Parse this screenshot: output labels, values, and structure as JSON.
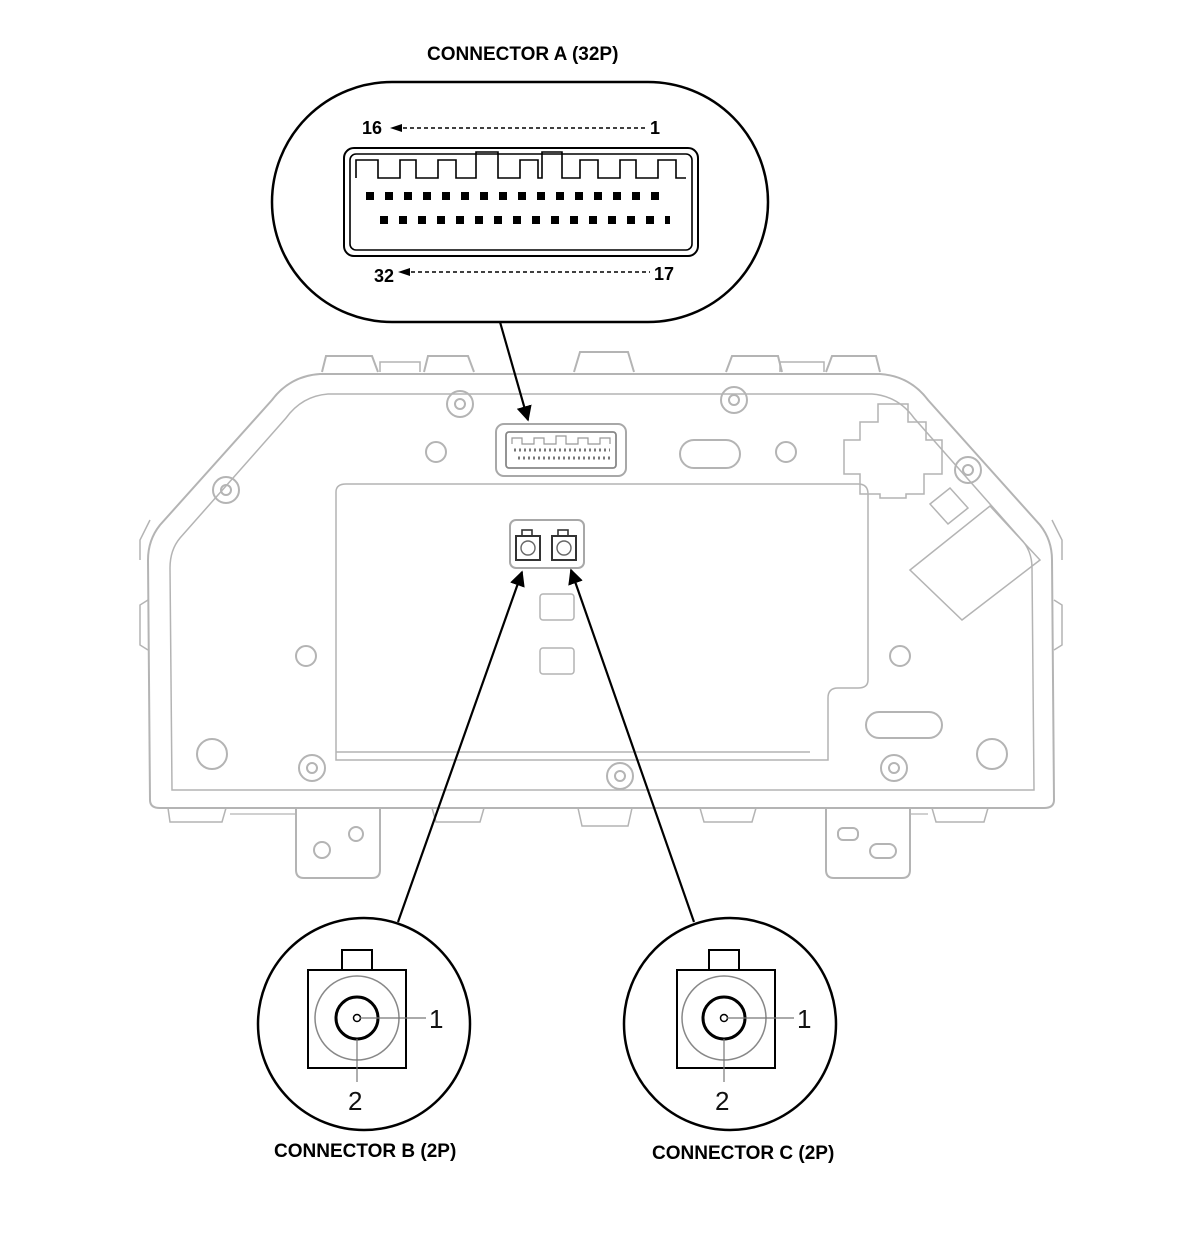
{
  "connector_a": {
    "title": "CONNECTOR A (32P)",
    "top_row_left": "16",
    "top_row_right": "1",
    "bottom_row_left": "32",
    "bottom_row_right": "17"
  },
  "connector_b": {
    "title": "CONNECTOR B (2P)",
    "pin_center": "1",
    "pin_shield": "2"
  },
  "connector_c": {
    "title": "CONNECTOR C (2P)",
    "pin_center": "1",
    "pin_shield": "2"
  }
}
